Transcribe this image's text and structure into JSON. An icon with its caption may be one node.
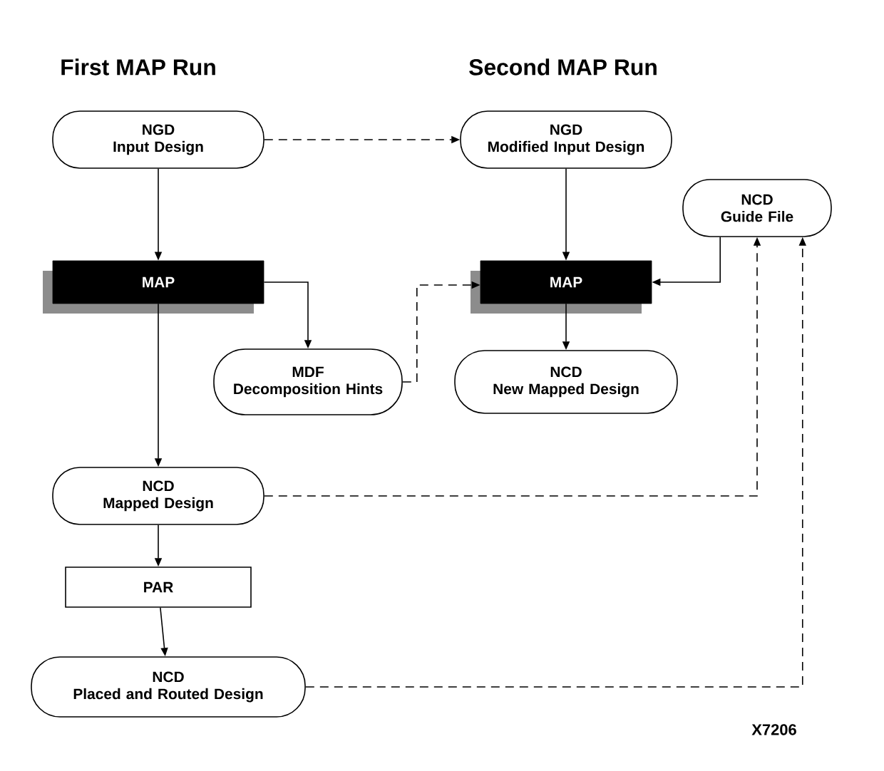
{
  "diagram": {
    "nodes": [
      {
        "text": [
          "NGD",
          "Input Design"
        ]
      },
      {
        "text": [
          "NGD",
          "Modified Input Design"
        ]
      },
      {
        "text": [
          "NCD",
          "Guide File"
        ]
      },
      {
        "text": [
          "MAP"
        ]
      },
      {
        "text": [
          "MAP"
        ]
      },
      {
        "text": [
          "MDF",
          "Decomposition Hints"
        ]
      },
      {
        "text": [
          "NCD",
          "New Mapped Design"
        ]
      },
      {
        "text": [
          "NCD",
          "Mapped Design"
        ]
      },
      {
        "text": [
          "PAR"
        ]
      },
      {
        "text": [
          "NCD",
          "Placed and Routed Design"
        ]
      }
    ],
    "edges": [
      {
        "from": 0,
        "to": 1,
        "arrow": "to",
        "style": "dashed"
      },
      {
        "from": 0,
        "to": 3,
        "arrow": "to"
      },
      {
        "from": 3,
        "to": 5,
        "arrow": "to"
      },
      {
        "from": 3,
        "to": 7,
        "arrow": "to"
      },
      {
        "from": 5,
        "to": 4,
        "arrow": "to",
        "style": "dashed"
      },
      {
        "from": 1,
        "to": 4,
        "arrow": "to"
      },
      {
        "from": 2,
        "to": 4,
        "arrow": "to"
      },
      {
        "from": 4,
        "to": 6,
        "arrow": "to"
      },
      {
        "from": 7,
        "to": 2,
        "arrow": "to",
        "style": "dashed"
      },
      {
        "from": 7,
        "to": 8,
        "arrow": "to"
      },
      {
        "from": 8,
        "to": 9,
        "arrow": "to"
      },
      {
        "from": 9,
        "to": 2,
        "arrow": "to",
        "style": "dashed"
      }
    ],
    "labels": [
      "First MAP Run",
      "Second MAP Run",
      "X7206"
    ]
  }
}
